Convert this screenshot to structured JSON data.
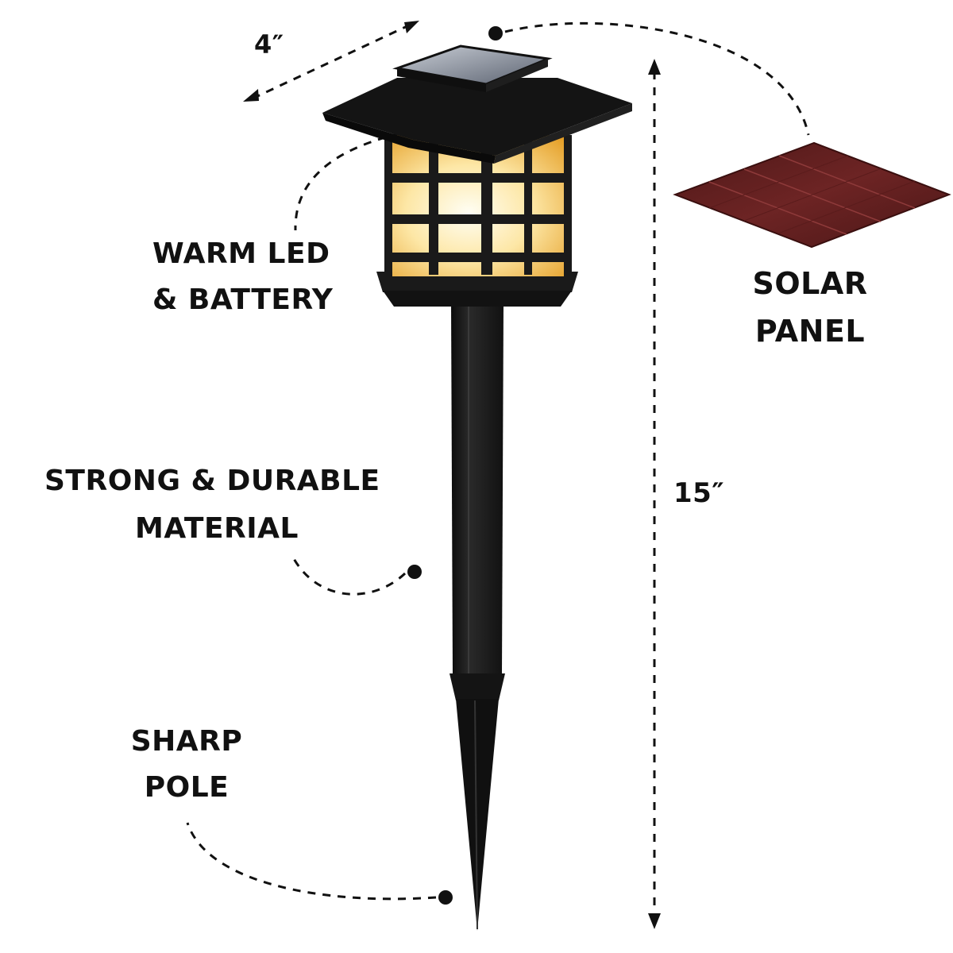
{
  "labels": {
    "width": "4″",
    "height": "15″",
    "led_line1": "WARM LED",
    "led_line2": "& BATTERY",
    "solar_line1": "SOLAR",
    "solar_line2": "PANEL",
    "material_line1": "STRONG & DURABLE",
    "material_line2": "MATERIAL",
    "pole_line1": "SHARP",
    "pole_line2": "POLE"
  },
  "colors": {
    "background": "#ffffff",
    "lamp_body": "#1b1b1b",
    "warm_light": "#f3b43a",
    "solar_cell": "#6b2323",
    "text": "#111111"
  }
}
